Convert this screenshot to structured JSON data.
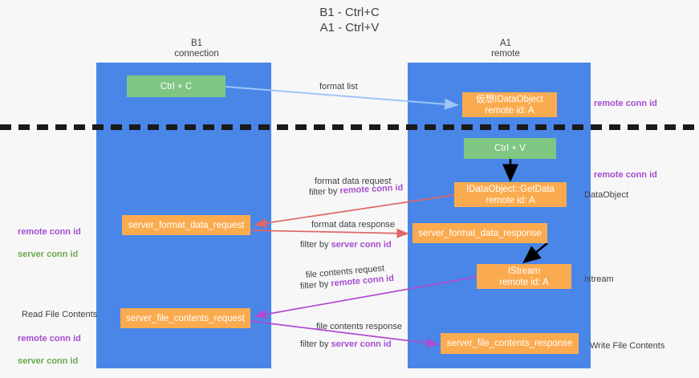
{
  "title": "B1 - Ctrl+C\nA1 - Ctrl+V",
  "colors": {
    "lane": "#4a86e8",
    "green_node": "#7ec682",
    "orange_node": "#fbab4f",
    "purple_text": "#a64dd0",
    "green_text": "#6aa84f",
    "blue_arrow": "#9fc5f8",
    "red_arrow": "#e06666",
    "magenta_arrow": "#b14ad0",
    "black_arrow": "#000000",
    "background": "#f7f7f7"
  },
  "columns": [
    {
      "id": "b1",
      "title": "B1",
      "subtitle": "connection",
      "header": "B1\nconnection"
    },
    {
      "id": "a1",
      "title": "A1",
      "subtitle": "remote",
      "header": "A1\nremote"
    }
  ],
  "nodes": [
    {
      "id": "ctrl-c",
      "label": "Ctrl + C",
      "kind": "green",
      "column": "b1"
    },
    {
      "id": "virtual-idataobject",
      "label": "仮想IDataObject\nremote id: A",
      "kind": "orange",
      "column": "a1"
    },
    {
      "id": "ctrl-v",
      "label": "Ctrl + V",
      "kind": "green",
      "column": "a1"
    },
    {
      "id": "idataobject-getdata",
      "label": "IDataObject::GetData\nremote id: A",
      "kind": "orange",
      "column": "a1"
    },
    {
      "id": "server-format-data-request",
      "label": "server_format_data_request",
      "kind": "orange",
      "column": "b1"
    },
    {
      "id": "server-format-data-response",
      "label": "server_format_data_response",
      "kind": "orange",
      "column": "a1"
    },
    {
      "id": "istream",
      "label": "IStream\nremote id: A",
      "kind": "orange",
      "column": "a1"
    },
    {
      "id": "server-file-contents-request",
      "label": "server_file_contents_request",
      "kind": "orange",
      "column": "b1"
    },
    {
      "id": "server-file-contents-response",
      "label": "server_file_contents_response",
      "kind": "orange",
      "column": "a1"
    }
  ],
  "edge_labels": {
    "format_list": "format list",
    "format_data_request": "format data request",
    "format_data_request_filter_prefix": "filter by ",
    "format_data_request_filter_key": "remote conn id",
    "format_data_response": "format data response",
    "format_data_response_filter_prefix": "filter by ",
    "format_data_response_filter_key": "server conn id",
    "file_contents_request": "file contents request",
    "file_contents_request_filter_prefix": "filter by ",
    "file_contents_request_filter_key": "remote conn id",
    "file_contents_response": "file contents response",
    "file_contents_response_filter_prefix": "filter by ",
    "file_contents_response_filter_key": "server conn id"
  },
  "side_labels": {
    "right_remote_conn_id_top": "remote conn id",
    "right_remote_conn_id_mid": "remote conn id",
    "dataobject": "DataObject",
    "istream": "Istream",
    "write_file_contents": "Write File Contents",
    "read_file_contents": "Read File Contents",
    "left_remote_conn_id": "remote conn id",
    "left_server_conn_id": "server conn id",
    "left_remote_conn_id_2": "remote conn id",
    "left_server_conn_id_2": "server conn id"
  }
}
